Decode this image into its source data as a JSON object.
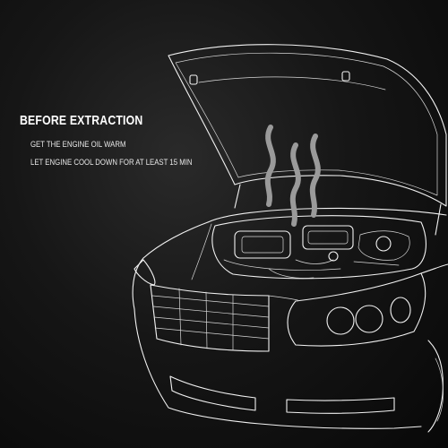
{
  "heading": "BEFORE EXTRACTION",
  "steps": [
    "GET THE ENGINE OIL WARM",
    "LET ENGINE COOL DOWN FOR AT LEAST 15 MIN"
  ],
  "colors": {
    "background": "#161616",
    "line": "#f2f2f2",
    "steam": "#9a9a9a"
  },
  "icons": [
    "car-line-illustration",
    "steam-icon"
  ]
}
